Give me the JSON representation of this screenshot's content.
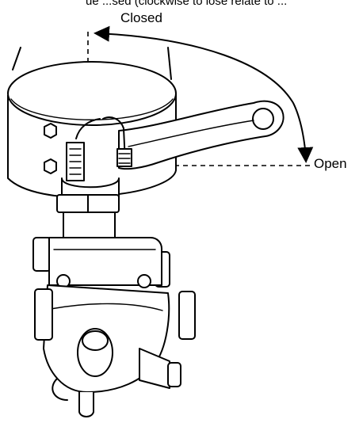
{
  "caption": {
    "top_cropped": "ue ...sed (clockwise to lose relate to ...",
    "closed_label": "Closed",
    "open_label": "Open"
  },
  "colors": {
    "ink": "#000000",
    "paper": "#ffffff"
  },
  "icons": {
    "arrow": "curved-arrow-icon"
  }
}
